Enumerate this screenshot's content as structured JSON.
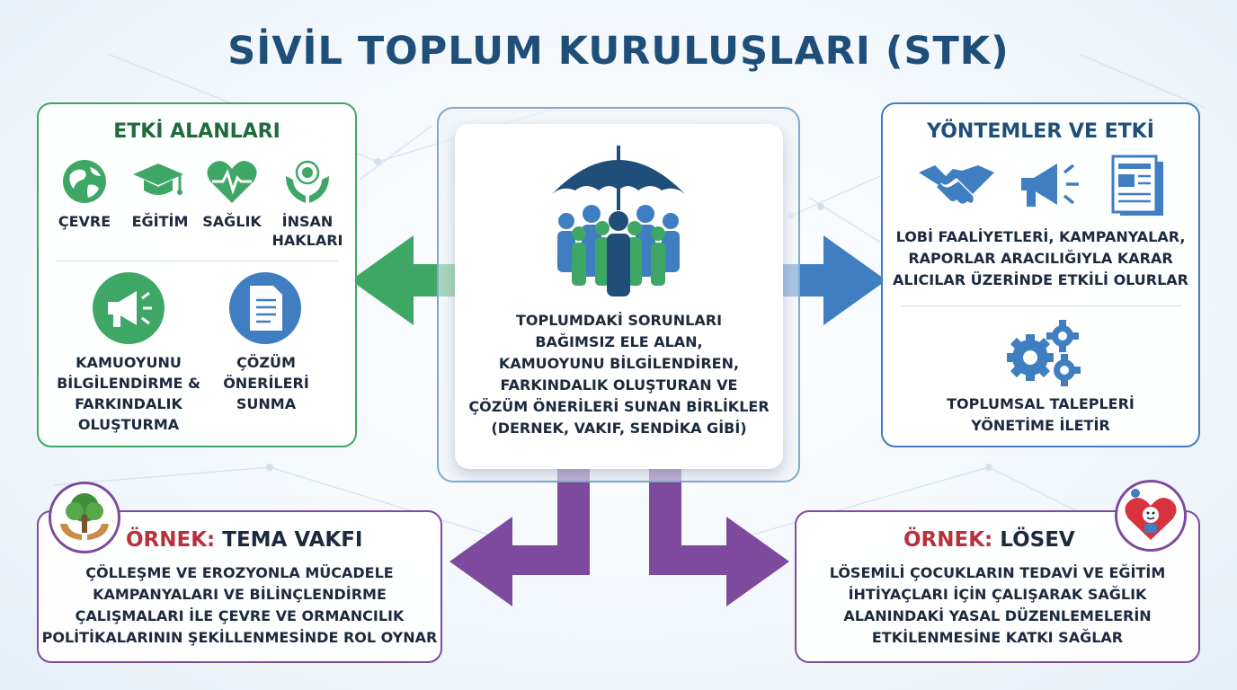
{
  "title": "SİVİL TOPLUM KURULUŞLARI (STK)",
  "center": {
    "description": "TOPLUMDAKİ SORUNLARI\nBAĞIMSIZ ELE ALAN,\nKAMUOYUNU BİLGİLENDİREN,\nFARKINDALIK OLUŞTURAN VE\nÇÖZÜM ÖNERİLERİ SUNAN BİRLİKLER\n(DERNEK, VAKIF, SENDİKA GİBİ)",
    "icon": "umbrella-people-icon"
  },
  "impact_areas": {
    "heading": "ETKİ ALANLARI",
    "items": [
      {
        "label": "ÇEVRE",
        "icon": "globe-icon"
      },
      {
        "label": "EĞİTİM",
        "icon": "graduation-cap-icon"
      },
      {
        "label": "SAĞLIK",
        "icon": "heart-pulse-icon"
      },
      {
        "label": "İNSAN\nHAKLARI",
        "icon": "hands-icon"
      }
    ],
    "functions": [
      {
        "label": "KAMUOYUNU\nBİLGİLENDİRME &\nFARKINDALIK\nOLUŞTURMA",
        "icon": "megaphone-icon"
      },
      {
        "label": "ÇÖZÜM\nÖNERİLERİ\nSUNMA",
        "icon": "document-icon"
      }
    ]
  },
  "methods": {
    "heading": "YÖNTEMLER VE ETKİ",
    "icons": [
      "handshake-icon",
      "megaphone-icon",
      "report-icon",
      "gears-icon"
    ],
    "text1": "LOBİ FAALİYETLERİ, KAMPANYALAR,\nRAPORLAR ARACILIĞIYLA KARAR\nALICILAR ÜZERİNDE ETKİLİ OLURLAR",
    "text2": "TOPLUMSAL TALEPLERİ\nYÖNETİME İLETİR"
  },
  "examples": [
    {
      "prefix": "ÖRNEK:",
      "name": "TEMA VAKFI",
      "text": "ÇÖLLEŞME VE EROZYONLA MÜCADELE\nKAMPANYALARI VE BİLİNÇLENDİRME\nÇALIŞMALARI İLE ÇEVRE VE ORMANCILIK\nPOLİTİKALARININ ŞEKİLLENMESİNDE ROL OYNAR",
      "logo": "tree-hands-logo"
    },
    {
      "prefix": "ÖRNEK:",
      "name": "LÖSEV",
      "text": "LÖSEMİLİ ÇOCUKLARIN TEDAVİ VE EĞİTİM\nİHTİYAÇLARI İÇİN ÇALIŞARAK SAĞLIK\nALANINDAKİ YASAL DÜZENLEMELERİN\nETKİLENMESİNE KATKI SAĞLAR",
      "logo": "heart-child-logo"
    }
  ],
  "colors": {
    "title": "#1f4e79",
    "green": "#3fa765",
    "blue": "#3f7ec0",
    "purple": "#7d4a9e",
    "example_prefix": "#b8303e"
  }
}
